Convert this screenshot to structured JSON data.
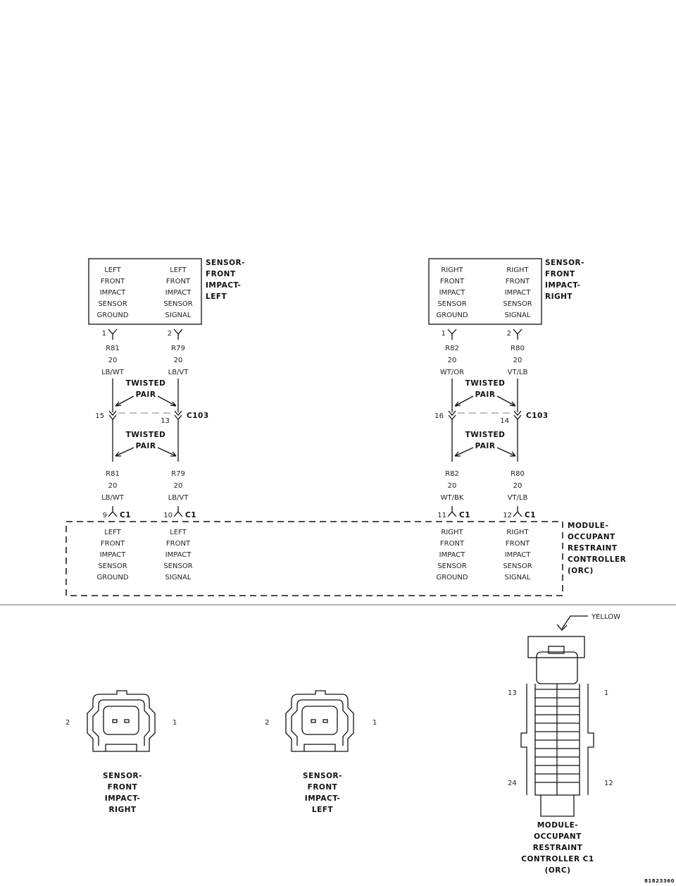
{
  "schematic": {
    "sensor_left": {
      "title": [
        "SENSOR-",
        "FRONT",
        "IMPACT-",
        "LEFT"
      ],
      "pin_ground": [
        "LEFT",
        "FRONT",
        "IMPACT",
        "SENSOR",
        "GROUND"
      ],
      "pin_signal": [
        "LEFT",
        "FRONT",
        "IMPACT",
        "SENSOR",
        "SIGNAL"
      ]
    },
    "sensor_right": {
      "title": [
        "SENSOR-",
        "FRONT",
        "IMPACT-",
        "RIGHT"
      ],
      "pin_ground": [
        "RIGHT",
        "FRONT",
        "IMPACT",
        "SENSOR",
        "GROUND"
      ],
      "pin_signal": [
        "RIGHT",
        "FRONT",
        "IMPACT",
        "SENSOR",
        "SIGNAL"
      ]
    },
    "wires": {
      "l1": {
        "pin": "1",
        "upper": [
          "R81",
          "20",
          "LB/WT"
        ],
        "c103": "15",
        "lower": [
          "R81",
          "20",
          "LB/WT"
        ],
        "c1": "9"
      },
      "l2": {
        "pin": "2",
        "upper": [
          "R79",
          "20",
          "LB/VT"
        ],
        "c103": "13",
        "lower": [
          "R79",
          "20",
          "LB/VT"
        ],
        "c1": "10"
      },
      "r1": {
        "pin": "1",
        "upper": [
          "R82",
          "20",
          "WT/OR"
        ],
        "c103": "16",
        "lower": [
          "R82",
          "20",
          "WT/BK"
        ],
        "c1": "11"
      },
      "r2": {
        "pin": "2",
        "upper": [
          "R80",
          "20",
          "VT/LB"
        ],
        "c103": "14",
        "lower": [
          "R80",
          "20",
          "VT/LB"
        ],
        "c1": "12"
      }
    },
    "twisted_pair": [
      "TWISTED",
      "PAIR"
    ],
    "connector_c103": "C103",
    "connector_c1": "C1",
    "module": {
      "title": [
        "MODULE-",
        "OCCUPANT",
        "RESTRAINT",
        "CONTROLLER",
        "(ORC)"
      ],
      "pins": {
        "l_ground": [
          "LEFT",
          "FRONT",
          "IMPACT",
          "SENSOR",
          "GROUND"
        ],
        "l_signal": [
          "LEFT",
          "FRONT",
          "IMPACT",
          "SENSOR",
          "SIGNAL"
        ],
        "r_ground": [
          "RIGHT",
          "FRONT",
          "IMPACT",
          "SENSOR",
          "GROUND"
        ],
        "r_signal": [
          "RIGHT",
          "FRONT",
          "IMPACT",
          "SENSOR",
          "SIGNAL"
        ]
      }
    }
  },
  "connectors": {
    "sensor_right_view": {
      "pin_left": "2",
      "pin_right": "1",
      "title": [
        "SENSOR-",
        "FRONT",
        "IMPACT-",
        "RIGHT"
      ]
    },
    "sensor_left_view": {
      "pin_left": "2",
      "pin_right": "1",
      "title": [
        "SENSOR-",
        "FRONT",
        "IMPACT-",
        "LEFT"
      ]
    },
    "orc_c1_view": {
      "color": "YELLOW",
      "pin_top_left": "13",
      "pin_top_right": "1",
      "pin_bottom_left": "24",
      "pin_bottom_right": "12",
      "title": [
        "MODULE-",
        "OCCUPANT",
        "RESTRAINT",
        "CONTROLLER C1",
        "(ORC)"
      ]
    }
  },
  "figure_code": "81823360"
}
